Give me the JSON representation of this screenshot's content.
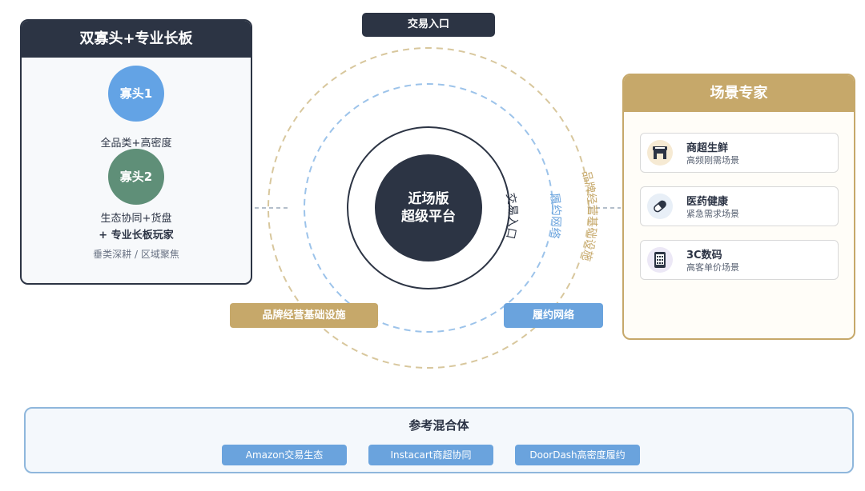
{
  "left_panel": {
    "title": "双寡头+专业长板",
    "oligarch1": "寡头1",
    "oligarch1_desc": "全品类+高密度",
    "oligarch2": "寡头2",
    "oligarch2_desc": "生态协同+货盘",
    "specialist": "+ 专业长板玩家",
    "specialist_desc": "垂类深耕 / 区域聚焦"
  },
  "center": {
    "top_label": "交易入口",
    "core_line1": "近场版",
    "core_line2": "超级平台",
    "ring_inner_label": "交易入口",
    "ring_middle_label": "履约网络",
    "ring_outer_label": "品牌经营基础设施",
    "bottom_left_label": "品牌经营基础设施",
    "bottom_right_label": "履约网络",
    "colors": {
      "dark": "#2c3444",
      "blue": "#6aa3dd",
      "gold": "#c6a86a"
    }
  },
  "right_panel": {
    "title": "场景专家",
    "items": [
      {
        "title": "商超生鲜",
        "subtitle": "高频刚需场景",
        "icon": "store-icon"
      },
      {
        "title": "医药健康",
        "subtitle": "紧急需求场景",
        "icon": "pill-icon"
      },
      {
        "title": "3C数码",
        "subtitle": "高客单价场景",
        "icon": "phone-icon"
      }
    ]
  },
  "bottom_panel": {
    "title": "参考混合体",
    "refs": [
      "Amazon交易生态",
      "Instacart商超协同",
      "DoorDash高密度履约"
    ]
  }
}
